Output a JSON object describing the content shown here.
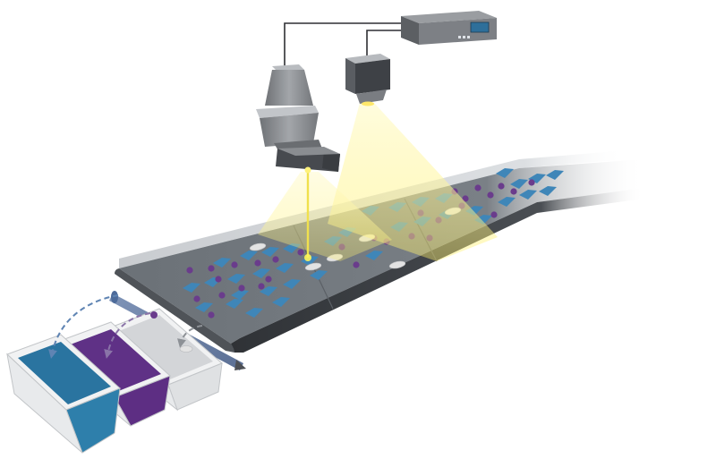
{
  "diagram": {
    "description_items": [],
    "components": {
      "controller": "controller-unit",
      "spectral_camera": "spectral-camera",
      "line_laser_camera": "laser-camera",
      "conveyor": "conveyor-belt",
      "air_jet_bar": "ejector-bar",
      "bins": [
        "bin-blue",
        "bin-purple",
        "bin-gray"
      ]
    },
    "colors": {
      "belt_top": "#6d7379",
      "belt_side": "#3b3f44",
      "blue_flake": "#3f86b8",
      "purple_pellet": "#6a3c8c",
      "white_pill": "#e3e3e3",
      "light_beam": "#fff27a",
      "bin_blue_fill": "#2d7fa8",
      "bin_purple_fill": "#5d2e83",
      "bin_gray_fill": "#d6d6d6",
      "camera_gray": "#8a8d91",
      "camera_dark": "#3e4146"
    }
  }
}
